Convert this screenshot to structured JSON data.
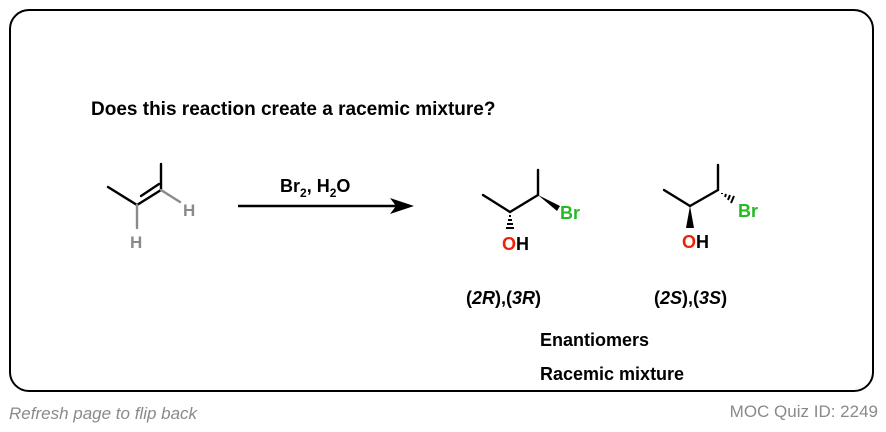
{
  "question": "Does this reaction create a racemic mixture?",
  "reagent": {
    "main": "Br",
    "sub1": "2",
    "sep": ", H",
    "sub2": "2",
    "tail": "O"
  },
  "reactant_atoms": {
    "h_right": "H",
    "h_bottom": "H"
  },
  "product1": {
    "br": "Br",
    "o": "O",
    "h": "H",
    "config": {
      "open1": "(",
      "c1": "2R",
      "mid": "),(",
      "c2": "3R",
      "close": ")"
    }
  },
  "product2": {
    "br": "Br",
    "o": "O",
    "h": "H",
    "config": {
      "open1": "(",
      "c1": "2S",
      "mid": "),(",
      "c2": "3S",
      "close": ")"
    }
  },
  "answer": {
    "line1": "Enantiomers",
    "line2": "Racemic mixture"
  },
  "footer": {
    "refresh": "Refresh page to flip back",
    "quiz_id": "MOC Quiz ID: 2249"
  },
  "colors": {
    "br": "#22bb22",
    "o": "#ee2200",
    "h": "#8a8a8a",
    "text": "#000000",
    "footer": "#8a8a8a"
  }
}
